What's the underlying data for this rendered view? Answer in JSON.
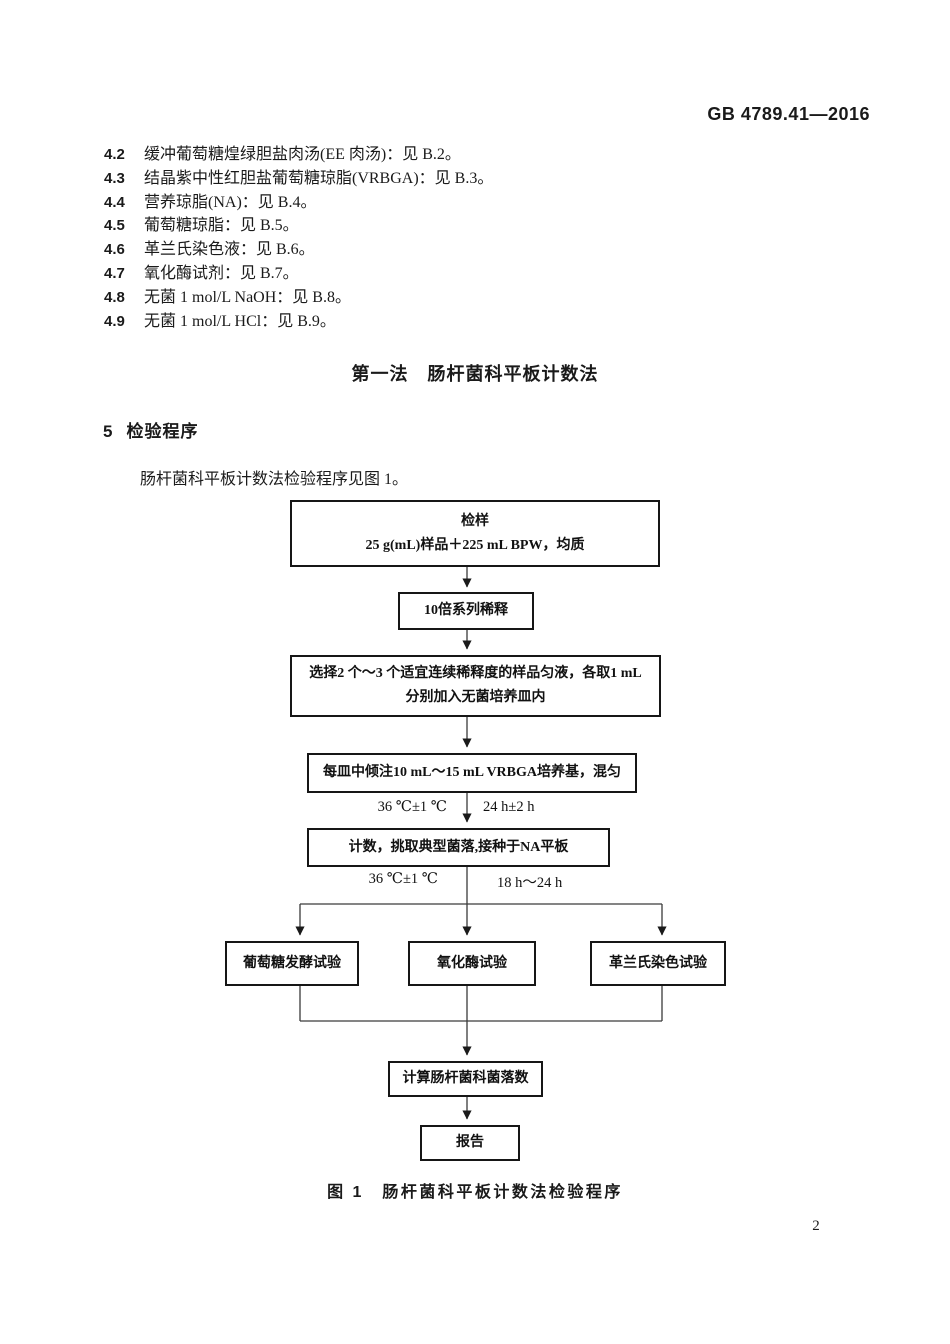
{
  "page": {
    "header": "GB 4789.41—2016",
    "page_number": "2"
  },
  "reagents": {
    "items": [
      {
        "num": "4.2",
        "text": "缓冲葡萄糖煌绿胆盐肉汤(EE 肉汤)：见 B.2。"
      },
      {
        "num": "4.3",
        "text": "结晶紫中性红胆盐葡萄糖琼脂(VRBGA)：见 B.3。"
      },
      {
        "num": "4.4",
        "text": "营养琼脂(NA)：见 B.4。"
      },
      {
        "num": "4.5",
        "text": "葡萄糖琼脂：见 B.5。"
      },
      {
        "num": "4.6",
        "text": "革兰氏染色液：见 B.6。"
      },
      {
        "num": "4.7",
        "text": "氧化酶试剂：见 B.7。"
      },
      {
        "num": "4.8",
        "text": "无菌 1 mol/L NaOH：见 B.8。"
      },
      {
        "num": "4.9",
        "text": "无菌 1 mol/L HCl：见 B.9。"
      }
    ]
  },
  "method_title": "第一法　肠杆菌科平板计数法",
  "section5": {
    "num": "5",
    "title": "检验程序"
  },
  "intro": "肠杆菌科平板计数法检验程序见图 1。",
  "flowchart": {
    "sample": {
      "line1": "检样",
      "line2": "25 g(mL)样品＋225 mL BPW，均质"
    },
    "dilution": "10倍系列稀释",
    "select": {
      "line1": "选择2 个～3 个适宜连续稀释度的样品匀液，各取1 mL",
      "line2": "分别加入无菌培养皿内"
    },
    "pour": "每皿中倾注10 mL～15 mL VRBGA培养基，混匀",
    "count": "计数，挑取典型菌落,接种于NA平板",
    "incubation1": {
      "left": "36 ℃±1 ℃",
      "right": "24 h±2 h"
    },
    "incubation2": {
      "left": "36 ℃±1 ℃",
      "right": "18 h～24 h"
    },
    "tests": [
      "葡萄糖发酵试验",
      "氧化酶试验",
      "革兰氏染色试验"
    ],
    "calc": "计算肠杆菌科菌落数",
    "report": "报告"
  },
  "figure_caption": "图 1　肠杆菌科平板计数法检验程序"
}
